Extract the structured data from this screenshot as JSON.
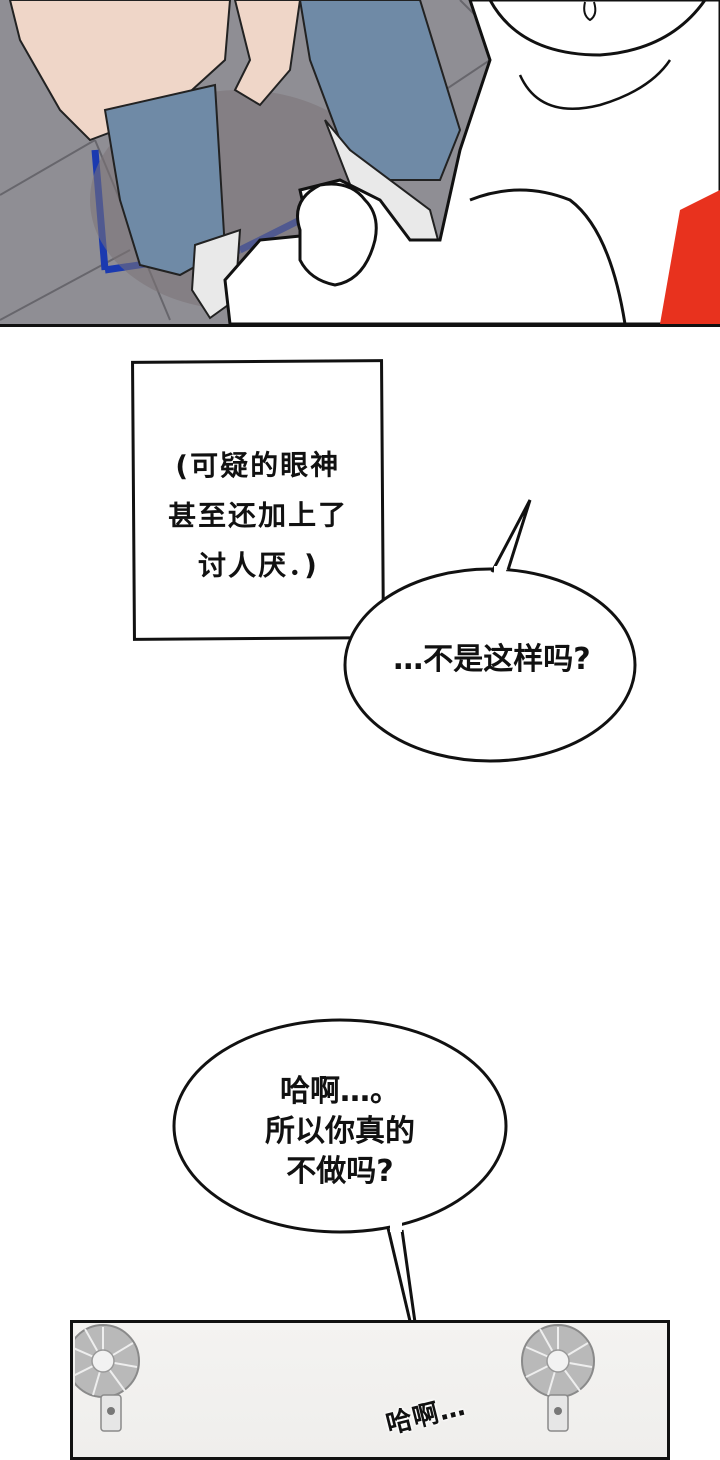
{
  "page": {
    "type": "webtoon-strip",
    "background": "#ffffff"
  },
  "panels": [
    {
      "id": "panel-1",
      "description": "Overhead view of a seated man in jeans and white sneakers on a blue stool; a white cartoon character with red shirt accents gestures in the foreground",
      "colors": {
        "floor": "#8f8e94",
        "jeans": "#6f8aa6",
        "skin": "#efd6c8",
        "stool": "#2a52d6",
        "accent": "#e8321e",
        "outline": "#111111"
      }
    },
    {
      "id": "panel-2",
      "narration": {
        "lines": [
          "(可疑的眼神",
          "甚至还加上了",
          "讨人厌．)"
        ]
      },
      "speech_bubble": {
        "lines": [
          "…不是这样吗?"
        ]
      }
    },
    {
      "id": "panel-3",
      "speech_bubble": {
        "lines": [
          "哈啊…。",
          "所以你真的",
          "不做吗?"
        ]
      }
    },
    {
      "id": "panel-4",
      "description": "Wall with two mounted electric fans",
      "sfx": "哈啊…"
    }
  ]
}
